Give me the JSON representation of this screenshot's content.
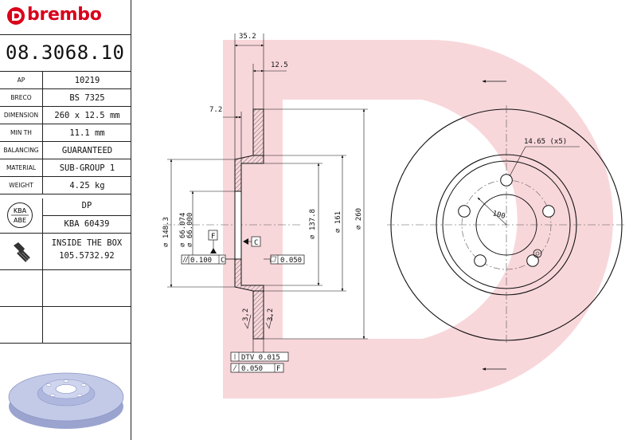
{
  "brand": {
    "name": "brembo"
  },
  "part_number": "08.3068.10",
  "specs": [
    {
      "key": "AP",
      "value": "10219"
    },
    {
      "key": "BRECO",
      "value": "BS 7325"
    },
    {
      "key": "DIMENSION",
      "value": "260 x 12.5 mm"
    },
    {
      "key": "MIN TH",
      "value": "11.1 mm"
    },
    {
      "key": "BALANCING",
      "value": "GUARANTEED"
    },
    {
      "key": "MATERIAL",
      "value": "SUB-GROUP 1"
    },
    {
      "key": "WEIGHT",
      "value": "4.25 kg"
    }
  ],
  "kba": {
    "badge_top": "KBA",
    "badge_bottom": "ABE",
    "dp": "DP",
    "number": "KBA 60439"
  },
  "inside_box": {
    "line1": "INSIDE THE BOX",
    "line2": "105.5732.92"
  },
  "drawing": {
    "dim_width_total": "35.2",
    "dim_thickness": "12.5",
    "dim_hat": "7.2",
    "dim_dia_148": "148.3",
    "dim_dia_66a": "66.074",
    "dim_dia_66b": "66.000",
    "dim_dia_137": "137.8",
    "dim_dia_161": "161",
    "dim_dia_260": "260",
    "datum_f": "F",
    "datum_c": "C",
    "tol_flat": "0.100",
    "tol_flat_ref": "C",
    "tol_par": "0.050",
    "dtv": "DTV 0.015",
    "runout": "0.050",
    "runout_ref": "F",
    "roughness_left": "3,2",
    "roughness_right": "3,2",
    "holes": "14.65 (x5)",
    "pcd": "100"
  },
  "colors": {
    "brand_red": "#d9001b",
    "watermark": "#f6c9cf",
    "render_blue": "#b9c1e2"
  }
}
